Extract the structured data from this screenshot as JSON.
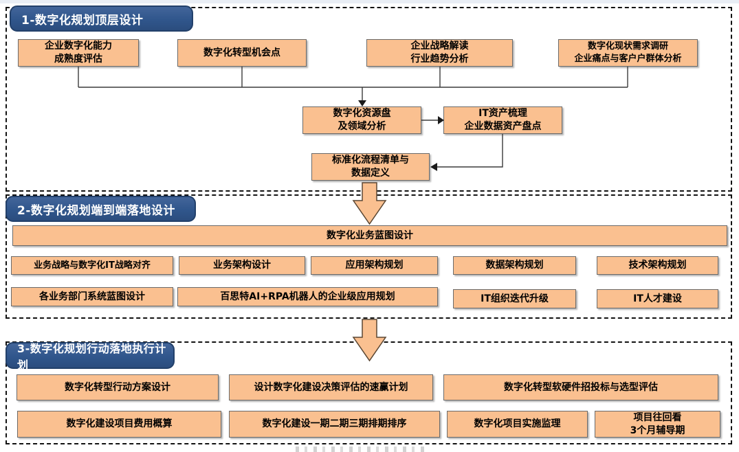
{
  "colors": {
    "section_header_bg": "#30568C",
    "section_header_text": "#FFFFFF",
    "box_fill": "#FAC090",
    "box_border": "#6A6A6A",
    "big_arrow_fill": "#FAC090",
    "big_arrow_border": "#5A4632",
    "connector_line": "#3A3A3A",
    "dashed_border": "#111111",
    "background": "#FFFFFF"
  },
  "s1": {
    "title": "1-数字化规划顶层设计",
    "top_boxes": [
      "企业数字化能力\n成熟度评估",
      "数字化转型机会点",
      "企业战略解读\n行业趋势分析",
      "数字化现状需求调研\n企业痛点与客户户群体分析"
    ],
    "mid_boxes": [
      "数字化资源盘\n及领域分析",
      "IT资产梳理\n企业数据资产盘点",
      "标准化流程清单与\n数据定义"
    ]
  },
  "s2": {
    "title": "2-数字化规划端到端落地设计",
    "banner": "数字化业务蓝图设计",
    "row1": [
      "业务战略与数字化IT战略对齐",
      "业务架构设计",
      "应用架构规划",
      "数据架构规划",
      "技术架构规划"
    ],
    "row2": [
      "各业务部门系统蓝图设计",
      "百思特AI+RPA机器人的企业级应用规划",
      "IT组织迭代升级",
      "IT人才建设"
    ]
  },
  "s3": {
    "title": "3-数字化规划行动落地执行计划",
    "row1": [
      "数字化转型行动方案设计",
      "设计数字化建设决策评估的速赢计划",
      "数字化转型软硬件招投标与选型评估"
    ],
    "row2": [
      "数字化建设项目费用概算",
      "数字化建设一期二期三期排期排序",
      "数字化项目实施监理",
      "项目往回看\n3个月辅导期"
    ]
  }
}
